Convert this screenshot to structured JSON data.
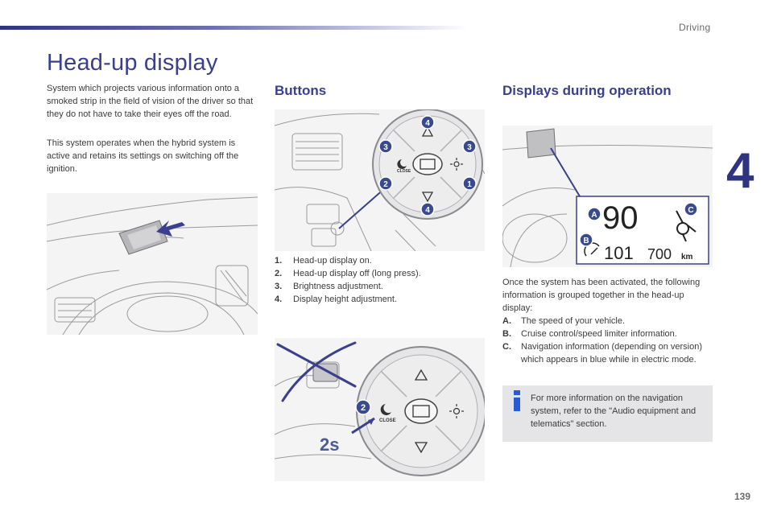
{
  "header": {
    "section": "Driving",
    "chapter": "4"
  },
  "page_title": "Head-up display",
  "intro": {
    "p1": "System which projects various information onto a smoked strip in the field of vision of the driver so that they do not have to take their eyes off the road.",
    "p2": "This system operates when the hybrid system is active and retains its settings on switching off the ignition."
  },
  "buttons": {
    "heading": "Buttons",
    "items": [
      {
        "num": "1.",
        "text": "Head-up display on."
      },
      {
        "num": "2.",
        "text": "Head-up display off (long press)."
      },
      {
        "num": "3.",
        "text": "Brightness adjustment."
      },
      {
        "num": "4.",
        "text": "Display height adjustment."
      }
    ],
    "figure": {
      "callouts": [
        "4",
        "3",
        "3",
        "2",
        "1",
        "4"
      ],
      "close_label": "CLOSE"
    }
  },
  "displays": {
    "heading": "Displays during operation",
    "lead": "Once the system has been activated, the following information is grouped together in the head-up display:",
    "items": [
      {
        "letter": "A.",
        "text": "The speed of your vehicle."
      },
      {
        "letter": "B.",
        "text": "Cruise control/speed limiter information."
      },
      {
        "letter": "C.",
        "text": "Navigation information (depending on version) which appears in blue while in electric mode."
      }
    ],
    "figure": {
      "speed": "90",
      "set_speed": "101",
      "distance": "700",
      "distance_unit": "km",
      "labels": [
        "A",
        "B",
        "C"
      ]
    }
  },
  "close_figure": {
    "callout": "2",
    "duration": "2s",
    "close_label": "CLOSE"
  },
  "info": {
    "text": "For more information on the navigation system, refer to the \"Audio equipment and telematics\" section.",
    "icon": "info-icon",
    "icon_color": "#2a5bd7"
  },
  "colors": {
    "accent": "#3a3f8e",
    "callout": "#3a4a8e"
  },
  "page_number": "139"
}
